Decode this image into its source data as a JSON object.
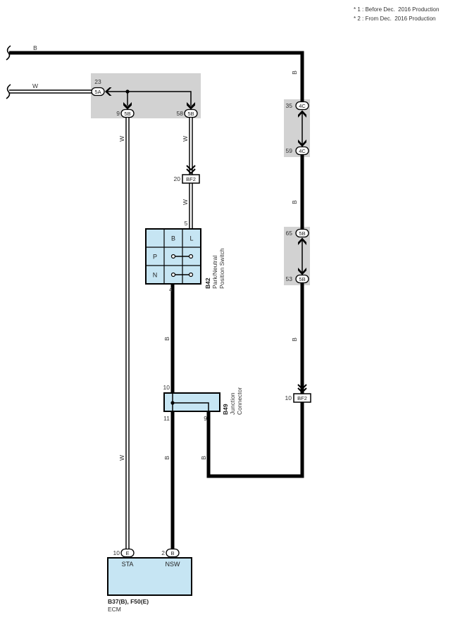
{
  "notes": [
    "* 1 : Before Dec.  2016 Production",
    "* 2 : From Dec.  2016 Production"
  ],
  "colors": {
    "wire": "#000000",
    "component_fill": "#c6e5f3",
    "junction_block_fill": "#d2d2d2"
  },
  "wire_labels": {
    "top_b": "B",
    "top_w": "W",
    "right_upper_b": "B",
    "left_upper_w": "W",
    "mid_upper_w": "W",
    "mid_lower_w": "W",
    "right_middle_b": "B",
    "switch_to_junction_b": "B",
    "right_lower_b": "B",
    "left_lower_w": "W",
    "junction_to_ecm_b": "B",
    "junction_return_b": "B"
  },
  "junction_block_1": {
    "input": {
      "pin": "23",
      "code": "5A"
    },
    "output_left": {
      "pin": "9",
      "code": "5B"
    },
    "output_right": {
      "pin": "58",
      "code": "5B"
    }
  },
  "junction_block_2": [
    {
      "pin": "35",
      "code": "4C"
    },
    {
      "pin": "59",
      "code": "4C"
    }
  ],
  "junction_block_3": [
    {
      "pin": "65",
      "code": "5B"
    },
    {
      "pin": "53",
      "code": "5B"
    }
  ],
  "inline_connectors": [
    {
      "pin": "20",
      "code": "BF2"
    },
    {
      "pin": "10",
      "code": "BF2"
    }
  ],
  "switch": {
    "id": "B42",
    "name_line1": "Park/Neutral",
    "name_line2": "Position Switch",
    "pin_top": "5",
    "pin_bottom": "4",
    "col_headers": [
      "B",
      "L"
    ],
    "rows": [
      "P",
      "N"
    ]
  },
  "junction_connector": {
    "id": "B49",
    "name_line1": "Junction",
    "name_line2": "Connector",
    "pin_in": "10",
    "pin_out_ecm": "11",
    "pin_out_return": "9"
  },
  "ecm": {
    "id": "B37(B), F50(E)",
    "name": "ECM",
    "terminals": [
      {
        "pin": "10",
        "code": "E",
        "label": "STA"
      },
      {
        "pin": "2",
        "code": "B",
        "label": "NSW"
      }
    ]
  }
}
